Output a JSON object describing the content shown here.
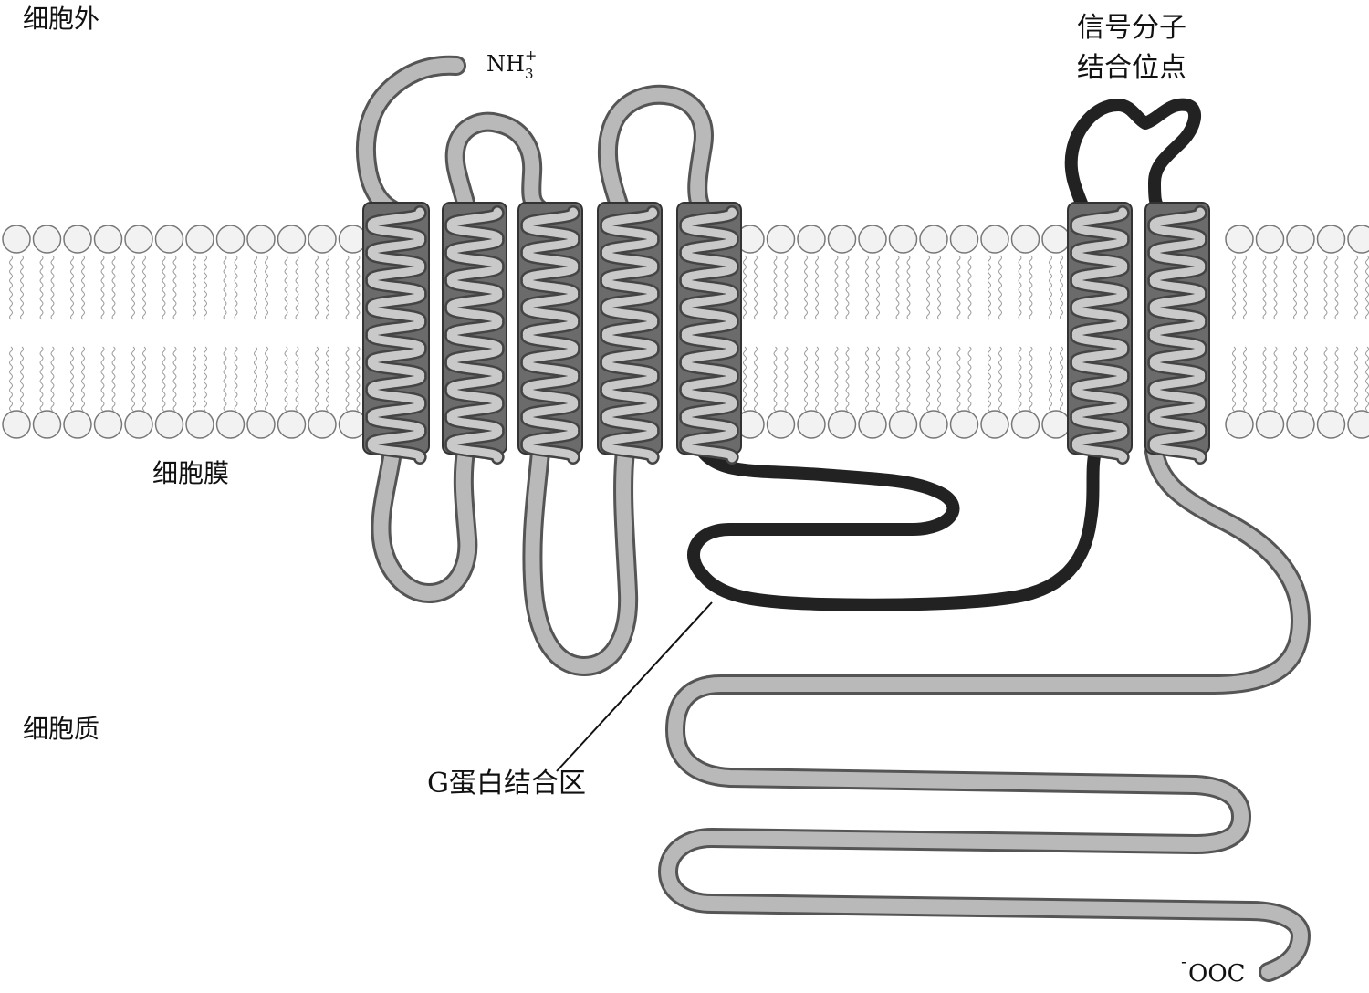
{
  "labels": {
    "extracellular": "细胞外",
    "membrane": "细胞膜",
    "cytoplasm": "细胞质",
    "n_terminus": "NH",
    "n_terminus_sub": "3",
    "n_terminus_sup": "+",
    "signal_site_line1": "信号分子",
    "signal_site_line2": "结合位点",
    "g_protein_region": "G蛋白结合区",
    "c_terminus": "OOC",
    "c_terminus_charge": "-"
  },
  "colors": {
    "membrane_head_fill": "#f2f2f2",
    "membrane_head_stroke": "#777777",
    "helix_fill": "#6b6b6b",
    "helix_stroke": "#333333",
    "chain_light": "#b9b9b9",
    "chain_dark": "#222222",
    "text": "#111111"
  }
}
